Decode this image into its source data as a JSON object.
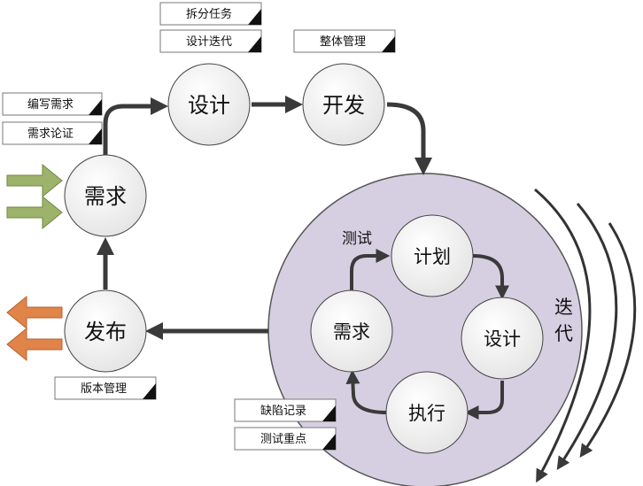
{
  "nodes": {
    "req": "需求",
    "design": "设计",
    "dev": "开发",
    "release": "发布",
    "inner_req": "需求",
    "plan": "计划",
    "inner_design": "设计",
    "exec": "执行"
  },
  "tags": {
    "split_tasks": "拆分任务",
    "design_iteration": "设计迭代",
    "overall_mgmt": "整体管理",
    "write_req": "编写需求",
    "req_review": "需求论证",
    "version_mgmt": "版本管理",
    "defect_record": "缺陷记录",
    "test_focus": "测试重点"
  },
  "labels": {
    "test": "测试",
    "iter_1": "迭",
    "iter_2": "代"
  },
  "colors": {
    "big_circle_fill": "#d6cfe2",
    "node_fill": "#f3f3f3",
    "arrow": "#3a3a3a",
    "green_arrow": "#9db26a",
    "orange_arrow": "#e0844a"
  }
}
